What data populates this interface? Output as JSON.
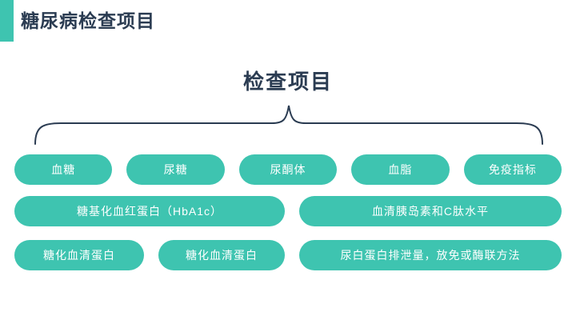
{
  "header": {
    "title": "糖尿病检查项目",
    "accent_color": "#3ec4b0",
    "title_color": "#2b3c52"
  },
  "main": {
    "heading": "检查项目",
    "brace_color": "#2b3c52",
    "pill_color": "#3ec4b0",
    "pill_text_color": "#ffffff",
    "rows": [
      {
        "items": [
          {
            "label": "血糖"
          },
          {
            "label": "尿糖"
          },
          {
            "label": "尿酮体"
          },
          {
            "label": "血脂"
          },
          {
            "label": "免疫指标"
          }
        ]
      },
      {
        "items": [
          {
            "label": "糖基化血红蛋白（HbA1c）"
          },
          {
            "label": "血清胰岛素和C肽水平"
          }
        ]
      },
      {
        "items": [
          {
            "label": "糖化血清蛋白"
          },
          {
            "label": "糖化血清蛋白"
          },
          {
            "label": "尿白蛋白排泄量，放免或酶联方法"
          }
        ]
      }
    ]
  }
}
